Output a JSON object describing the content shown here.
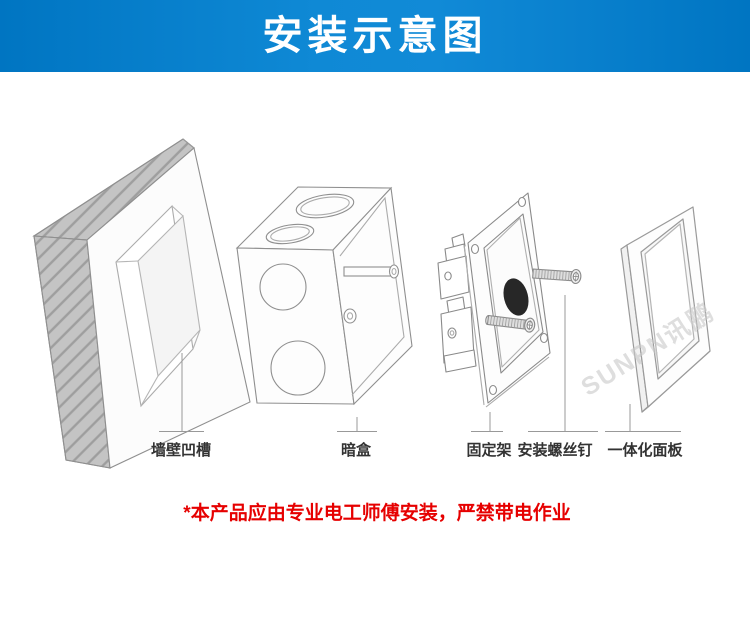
{
  "header": {
    "title": "安装示意图"
  },
  "diagram": {
    "labels": {
      "wall": "墙壁凹槽",
      "box": "暗盒",
      "bracket": "固定架",
      "screws": "安装螺丝钉",
      "panel": "一体化面板"
    },
    "watermark": "SUNPN讯鹏"
  },
  "footer": {
    "warning": "*本产品应由专业电工师傅安装，严禁带电作业"
  },
  "colors": {
    "header_blue_edge": "#0075c2",
    "header_blue_center": "#0f89d5",
    "warning_red": "#e60000",
    "line_gray": "#8f8f8f",
    "hatch_gray": "#c4c4c4"
  }
}
